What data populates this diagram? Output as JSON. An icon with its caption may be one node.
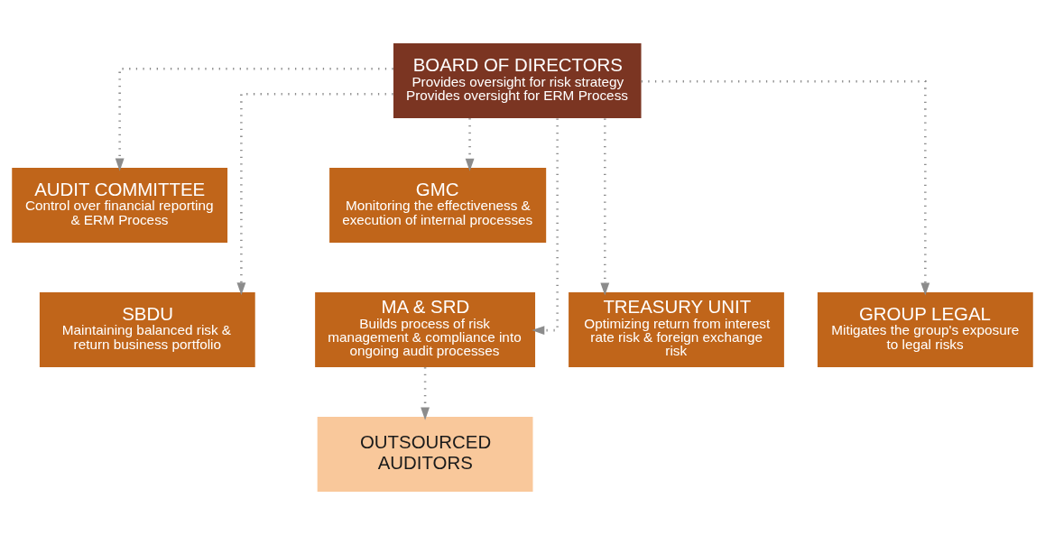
{
  "diagram": {
    "nodes": [
      {
        "text": [
          "BOARD OF DIRECTORS",
          "Provides oversight for risk strategy",
          "Provides oversight for ERM Process"
        ]
      },
      {
        "text": [
          "AUDIT COMMITTEE",
          "Control over financial reporting & ERM Process"
        ]
      },
      {
        "text": [
          "GMC",
          "Monitoring the effectiveness & execution of internal processes"
        ]
      },
      {
        "text": [
          "TREASURY UNIT",
          "Optimizing return from interest rate risk & foreign exchange risk"
        ]
      },
      {
        "text": [
          "SBDU",
          "Maintaining balanced risk & return business portfolio"
        ]
      },
      {
        "text": [
          "MA & SRD",
          "Builds process of risk management & compliance into ongoing audit processes"
        ]
      },
      {
        "text": [
          "GROUP LEGAL",
          "Mitigates the group's exposure to legal risks"
        ]
      },
      {
        "text": [
          "OUTSOURCED AUDITORS"
        ]
      }
    ],
    "edges": [
      {
        "from": 0,
        "to": 1,
        "arrow": "to",
        "style": "dashed"
      },
      {
        "from": 0,
        "to": 2,
        "arrow": "to",
        "style": "dashed"
      },
      {
        "from": 0,
        "to": 3,
        "arrow": "to",
        "style": "dashed"
      },
      {
        "from": 0,
        "to": 4,
        "arrow": "to",
        "style": "dashed"
      },
      {
        "from": 0,
        "to": 5,
        "arrow": "to",
        "style": "dashed"
      },
      {
        "from": 0,
        "to": 6,
        "arrow": "to",
        "style": "dashed"
      },
      {
        "from": 5,
        "to": 7,
        "arrow": "to",
        "style": "dashed"
      }
    ]
  }
}
